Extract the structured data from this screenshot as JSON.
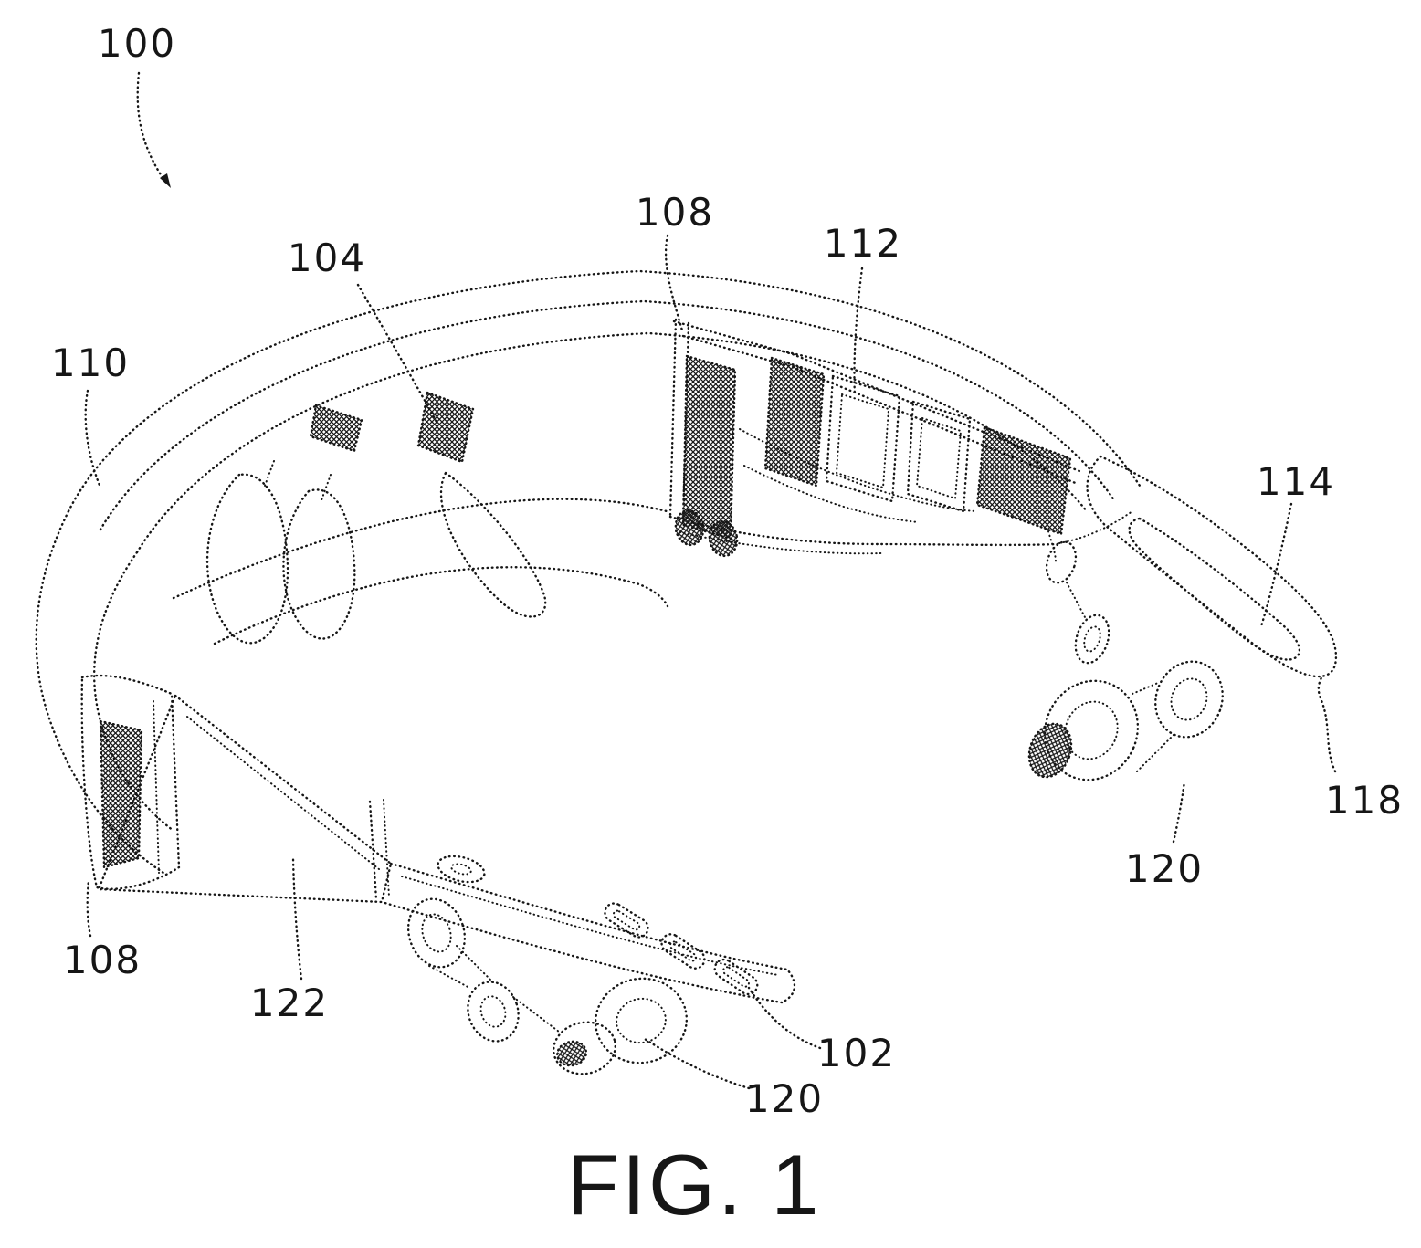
{
  "figure": {
    "caption": "FIG. 1"
  },
  "drawing": {
    "type": "patent-line-drawing",
    "ink_color": "#161616",
    "background_color": "#ffffff"
  },
  "ref_labels": [
    {
      "id": "label-100",
      "text": "100"
    },
    {
      "id": "label-104",
      "text": "104"
    },
    {
      "id": "label-108-top",
      "text": "108"
    },
    {
      "id": "label-112",
      "text": "112"
    },
    {
      "id": "label-110",
      "text": "110"
    },
    {
      "id": "label-114",
      "text": "114"
    },
    {
      "id": "label-118",
      "text": "118"
    },
    {
      "id": "label-120-right",
      "text": "120"
    },
    {
      "id": "label-108-left",
      "text": "108"
    },
    {
      "id": "label-122",
      "text": "122"
    },
    {
      "id": "label-102",
      "text": "102"
    },
    {
      "id": "label-120-bottom",
      "text": "120"
    }
  ]
}
